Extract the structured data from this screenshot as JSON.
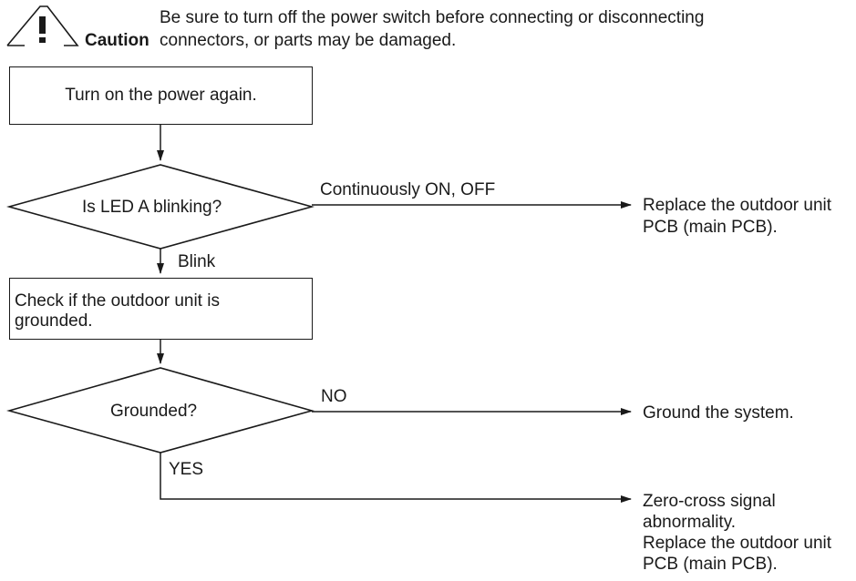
{
  "caution": {
    "label": "Caution",
    "icon": "warning-triangle-icon",
    "text_line1": "Be sure to turn off the power switch before connecting or disconnecting",
    "text_line2": "connectors, or parts may be damaged."
  },
  "steps": {
    "power_on": "Turn on the power again.",
    "decision_led": "Is LED A blinking?",
    "led_branch_label": "Continuously ON, OFF",
    "led_result": [
      "Replace the outdoor unit",
      "PCB (main PCB)."
    ],
    "blink_label": "Blink",
    "check_ground": [
      "Check if the outdoor unit is",
      "grounded."
    ],
    "decision_grounded": "Grounded?",
    "no_label": "NO",
    "no_result": "Ground the system.",
    "yes_label": "YES",
    "yes_result": [
      "Zero-cross signal",
      "abnormality.",
      "Replace the outdoor unit",
      "PCB (main PCB)."
    ]
  }
}
